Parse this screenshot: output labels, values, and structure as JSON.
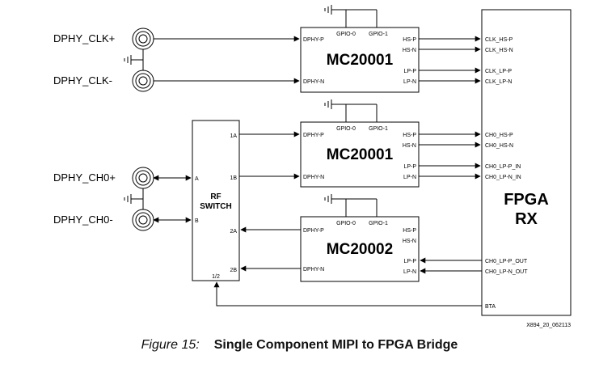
{
  "connectors": {
    "clk_p": "DPHY_CLK+",
    "clk_n": "DPHY_CLK-",
    "ch0_p": "DPHY_CH0+",
    "ch0_n": "DPHY_CH0-"
  },
  "rf_switch": {
    "label_line1": "RF",
    "label_line2": "SWITCH",
    "pin_a": "A",
    "pin_b": "B",
    "pin_1a": "1A",
    "pin_1b": "1B",
    "pin_2a": "2A",
    "pin_2b": "2B",
    "pin_sel": "1/2"
  },
  "chips": [
    {
      "name": "MC20001",
      "gpio0": "GPIO-0",
      "gpio1": "GPIO-1",
      "in_p": "DPHY-P",
      "in_n": "DPHY-N",
      "hs_p": "HS-P",
      "hs_n": "HS-N",
      "lp_p": "LP-P",
      "lp_n": "LP-N"
    },
    {
      "name": "MC20001",
      "gpio0": "GPIO-0",
      "gpio1": "GPIO-1",
      "in_p": "DPHY-P",
      "in_n": "DPHY-N",
      "hs_p": "HS-P",
      "hs_n": "HS-N",
      "lp_p": "LP-P",
      "lp_n": "LP-N"
    },
    {
      "name": "MC20002",
      "gpio0": "GPIO-0",
      "gpio1": "GPIO-1",
      "in_p": "DPHY-P",
      "in_n": "DPHY-N",
      "hs_p": "HS-P",
      "hs_n": "HS-N",
      "lp_p": "LP-P",
      "lp_n": "LP-N"
    }
  ],
  "fpga": {
    "label_line1": "FPGA",
    "label_line2": "RX",
    "pins": {
      "clk_hs_p": "CLK_HS-P",
      "clk_hs_n": "CLK_HS-N",
      "clk_lp_p": "CLK_LP-P",
      "clk_lp_n": "CLK_LP-N",
      "ch0_hs_p": "CH0_HS-P",
      "ch0_hs_n": "CH0_HS-N",
      "ch0_lp_p_in": "CH0_LP-P_IN",
      "ch0_lp_n_in": "CH0_LP-N_IN",
      "ch0_lp_p_out": "CH0_LP-P_OUT",
      "ch0_lp_n_out": "CH0_LP-N_OUT",
      "bta": "BTA"
    }
  },
  "drawing_id": "X894_20_062113",
  "caption": {
    "number": "Figure 15:",
    "title": "Single Component MIPI to FPGA Bridge"
  }
}
